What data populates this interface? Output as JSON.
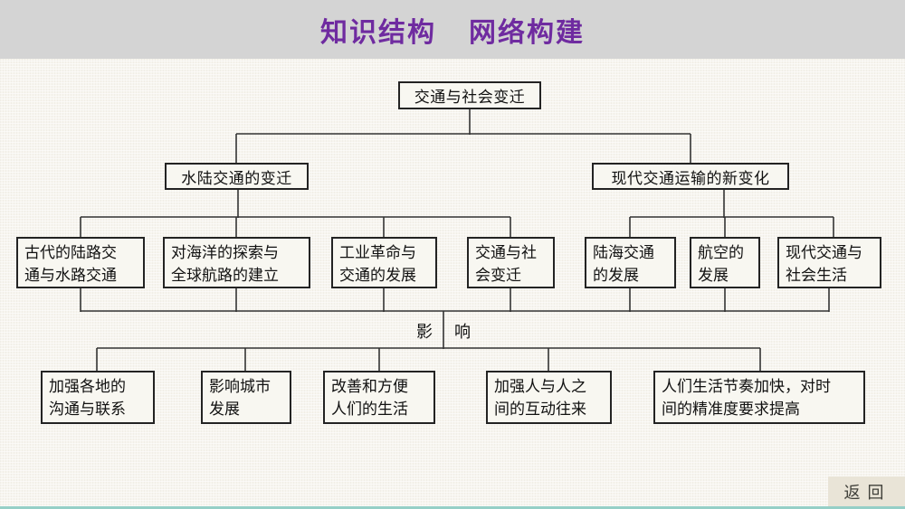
{
  "header": {
    "title_left": "知识结构",
    "title_right": "网络构建"
  },
  "diagram": {
    "root": {
      "label": "交通与社会变迁"
    },
    "branch_left": {
      "label": "水陆交通的变迁"
    },
    "branch_right": {
      "label": "现代交通运输的新变化"
    },
    "topics_left": [
      {
        "line1": "古代的陆路交",
        "line2": "通与水路交通"
      },
      {
        "line1": "对海洋的探索与",
        "line2": "全球航路的建立"
      },
      {
        "line1": "工业革命与",
        "line2": "交通的发展"
      },
      {
        "line1": "交通与社",
        "line2": "会变迁"
      }
    ],
    "topics_right": [
      {
        "line1": "陆海交通",
        "line2": "的发展"
      },
      {
        "line1": "航空的",
        "line2": "发展"
      },
      {
        "line1": "现代交通与",
        "line2": "社会生活"
      }
    ],
    "impact": {
      "char1": "影",
      "char2": "响"
    },
    "effects": [
      {
        "line1": "加强各地的",
        "line2": "沟通与联系"
      },
      {
        "line1": "影响城市",
        "line2": "发展"
      },
      {
        "line1": "改善和方便",
        "line2": "人们的生活"
      },
      {
        "line1": "加强人与人之",
        "line2": "间的互动往来"
      },
      {
        "line1": "人们生活节奏加快，对时",
        "line2": "间的精准度要求提高"
      }
    ]
  },
  "footer": {
    "back_label": "返回"
  },
  "colors": {
    "title": "#6f2ba0",
    "header_bg": "#d4d4d4",
    "content_bg": "#f7f5ef",
    "line": "#333333",
    "back_bg": "#e9e4d7",
    "bottom_accent": "#95cfc7"
  }
}
